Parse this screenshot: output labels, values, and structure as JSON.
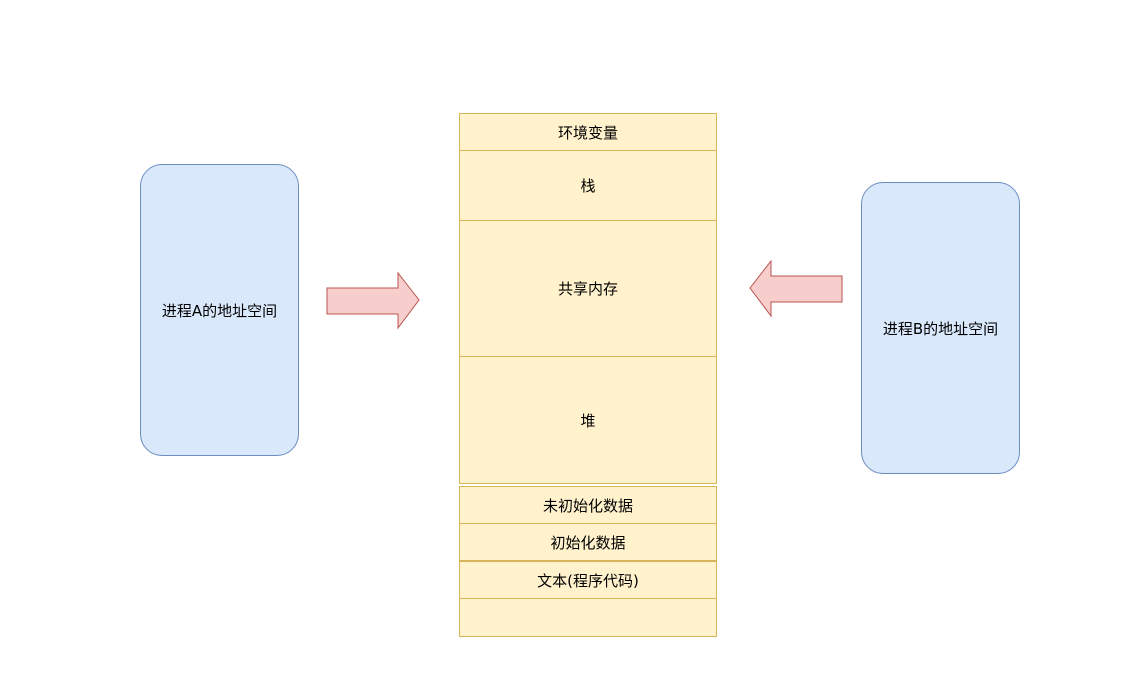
{
  "process_a": {
    "label": "进程A的地址空间"
  },
  "process_b": {
    "label": "进程B的地址空间"
  },
  "memory_segments": {
    "env": "环境变量",
    "stack": "栈",
    "shared_memory": "共享内存",
    "heap": "堆",
    "bss": "未初始化数据",
    "data": "初始化数据",
    "text": "文本(程序代码)",
    "empty": ""
  },
  "colors": {
    "process_fill": "#dae8fc",
    "process_stroke": "#6c8ebf",
    "segment_fill": "#fff2cc",
    "segment_stroke": "#d6b656",
    "arrow_fill": "#f8cecc",
    "arrow_stroke": "#b85450"
  }
}
